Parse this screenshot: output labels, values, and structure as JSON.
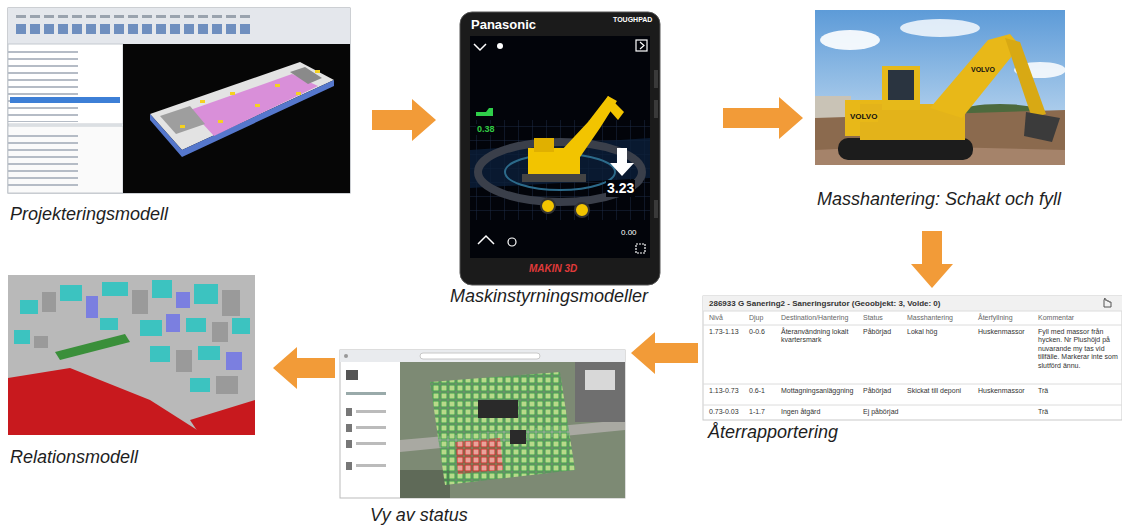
{
  "diagram": {
    "nodes": [
      {
        "text": [
          "Projekteringsmodell"
        ]
      },
      {
        "text": [
          "Maskinstyrningsmodeller"
        ]
      },
      {
        "text": [
          "Masshantering: Schakt och fyll"
        ]
      },
      {
        "text": [
          "Återrapportering"
        ]
      },
      {
        "text": [
          "Vy av status"
        ]
      },
      {
        "text": [
          "Relationsmodell"
        ]
      }
    ],
    "edges": [
      {
        "from": 0,
        "to": 1,
        "arrow": "to"
      },
      {
        "from": 1,
        "to": 2,
        "arrow": "to"
      },
      {
        "from": 2,
        "to": 3,
        "arrow": "to"
      },
      {
        "from": 3,
        "to": 4,
        "arrow": "to"
      },
      {
        "from": 4,
        "to": 5,
        "arrow": "to"
      }
    ],
    "labels": [
      "Panasonic",
      "TOUGHPAD",
      "0.38",
      "3.23",
      "0.00",
      "MAKIN 3D",
      "VOLVO",
      "VOLVO",
      "286933 G Sanering2 - Saneringsrutor (Geoobjekt: 3, Volde: 0)",
      "Nivå",
      "Djup",
      "Destination/Hantering",
      "Status",
      "Masshantering",
      "Återfyllning",
      "Kommentar",
      "1.73-1.13",
      "0-0.6",
      "Återanvändning lokalt kvartersmark",
      "Påbörjad",
      "Lokal hög",
      "Huskenmassor",
      "Fyll med massor från hycken. Nr Plushöjd på nuvarande my tas vid tillfälle. Markerar inte som slutförd ännu.",
      "1.13-0.73",
      "0.6-1",
      "Mottagningsanläggning",
      "Påbörjad",
      "Skickat till deponi",
      "Huskenmassor",
      "Trä",
      "0.73-0.03",
      "1-1.7",
      "Ingen åtgärd",
      "Ej påbörjad",
      "Trä"
    ]
  }
}
